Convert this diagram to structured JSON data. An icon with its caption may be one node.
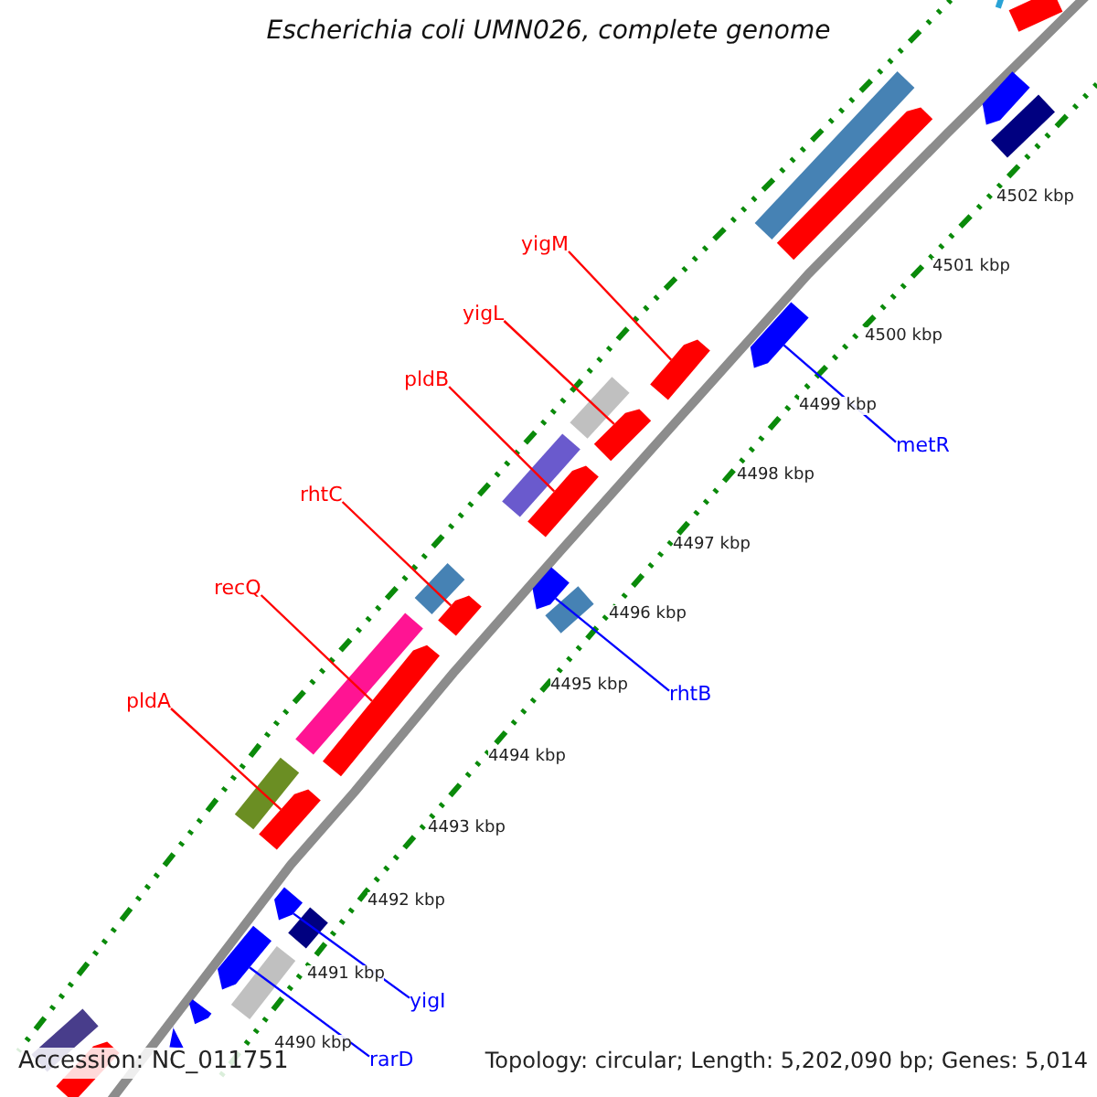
{
  "diagram": {
    "title": "Escherichia coli UMN026, complete genome",
    "nodes": [
      {
        "text": [
          "yigM"
        ]
      },
      {
        "text": [
          "yigL"
        ]
      },
      {
        "text": [
          "pldB"
        ]
      },
      {
        "text": [
          "metR"
        ]
      },
      {
        "text": [
          "rhtC"
        ]
      },
      {
        "text": [
          "recQ"
        ]
      },
      {
        "text": [
          "rhtB"
        ]
      },
      {
        "text": [
          "pldA"
        ]
      },
      {
        "text": [
          "yigI"
        ]
      },
      {
        "text": [
          "rarD"
        ]
      },
      {
        "text": [],
        "shape": "arrow"
      },
      {
        "text": [],
        "shape": "arrow"
      },
      {
        "text": [],
        "shape": "arrow"
      },
      {
        "text": [],
        "shape": "arrow"
      },
      {
        "text": [],
        "shape": "arrow"
      },
      {
        "text": [],
        "shape": "arrow"
      },
      {
        "text": [],
        "shape": "arrow"
      },
      {
        "text": [],
        "shape": "arrow"
      },
      {
        "text": [],
        "shape": "arrow"
      },
      {
        "text": [],
        "shape": "arrow"
      },
      {
        "text": [],
        "shape": "bar"
      },
      {
        "text": [],
        "shape": "arrow"
      },
      {
        "text": [],
        "shape": "bar"
      },
      {
        "text": [],
        "shape": "arrow"
      },
      {
        "text": [],
        "shape": "bar"
      },
      {
        "text": [],
        "shape": "arrow"
      },
      {
        "text": [],
        "shape": "bar"
      },
      {
        "text": [],
        "shape": "bar"
      },
      {
        "text": [],
        "shape": "bar"
      },
      {
        "text": [],
        "shape": "bar"
      },
      {
        "text": [],
        "shape": "bar"
      },
      {
        "text": [],
        "shape": "bar"
      },
      {
        "text": [],
        "shape": "bar"
      },
      {
        "text": [],
        "shape": "bar"
      },
      {
        "text": [],
        "shape": "arrow"
      },
      {
        "text": [],
        "shape": "bar"
      },
      {
        "text": [],
        "shape": "arrow"
      },
      {
        "text": [],
        "shape": "arrow"
      }
    ],
    "edges": [
      {
        "from": 0,
        "to": 11,
        "arrow": "none"
      },
      {
        "from": 1,
        "to": 12,
        "arrow": "none"
      },
      {
        "from": 2,
        "to": 13,
        "arrow": "none"
      },
      {
        "from": 3,
        "to": 10,
        "arrow": "none",
        "color": "#0000ff"
      },
      {
        "from": 4,
        "to": 15,
        "arrow": "none"
      },
      {
        "from": 5,
        "to": 16,
        "arrow": "none"
      },
      {
        "from": 6,
        "to": 14,
        "arrow": "none",
        "color": "#0000ff"
      },
      {
        "from": 7,
        "to": 17,
        "arrow": "none"
      },
      {
        "from": 8,
        "to": 18,
        "arrow": "none",
        "color": "#0000ff"
      },
      {
        "from": 9,
        "to": 19,
        "arrow": "none",
        "color": "#0000ff"
      }
    ],
    "labels": [
      "4502 kbp",
      "4501 kbp",
      "4500 kbp",
      "4499 kbp",
      "4498 kbp",
      "4497 kbp",
      "4496 kbp",
      "4495 kbp",
      "4494 kbp",
      "4493 kbp",
      "4492 kbp",
      "4491 kbp",
      "4490 kbp",
      "Accession: NC_011751",
      "Topology: circular; Length: 5,202,090 bp; Genes: 5,014"
    ]
  }
}
